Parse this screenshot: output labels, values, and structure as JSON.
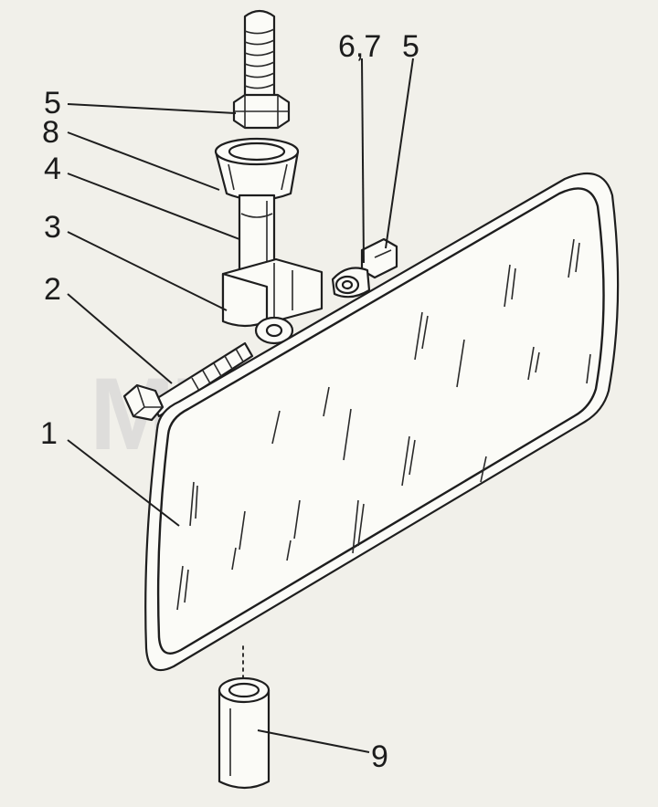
{
  "watermark": "MTZ-PRO",
  "callouts": [
    {
      "id": "5-top",
      "text": "5"
    },
    {
      "id": "8",
      "text": "8"
    },
    {
      "id": "4",
      "text": "4"
    },
    {
      "id": "3",
      "text": "3"
    },
    {
      "id": "2",
      "text": "2"
    },
    {
      "id": "1",
      "text": "1"
    },
    {
      "id": "67",
      "text": "6,7"
    },
    {
      "id": "5-right",
      "text": "5"
    },
    {
      "id": "9",
      "text": "9"
    }
  ],
  "parts": [
    {
      "name": "mirror-assembly-icon"
    },
    {
      "name": "threaded-rod-icon"
    },
    {
      "name": "hex-nut-icon"
    },
    {
      "name": "cone-washer-icon"
    },
    {
      "name": "bracket-icon"
    },
    {
      "name": "bolt-icon"
    },
    {
      "name": "sleeve-icon"
    }
  ]
}
